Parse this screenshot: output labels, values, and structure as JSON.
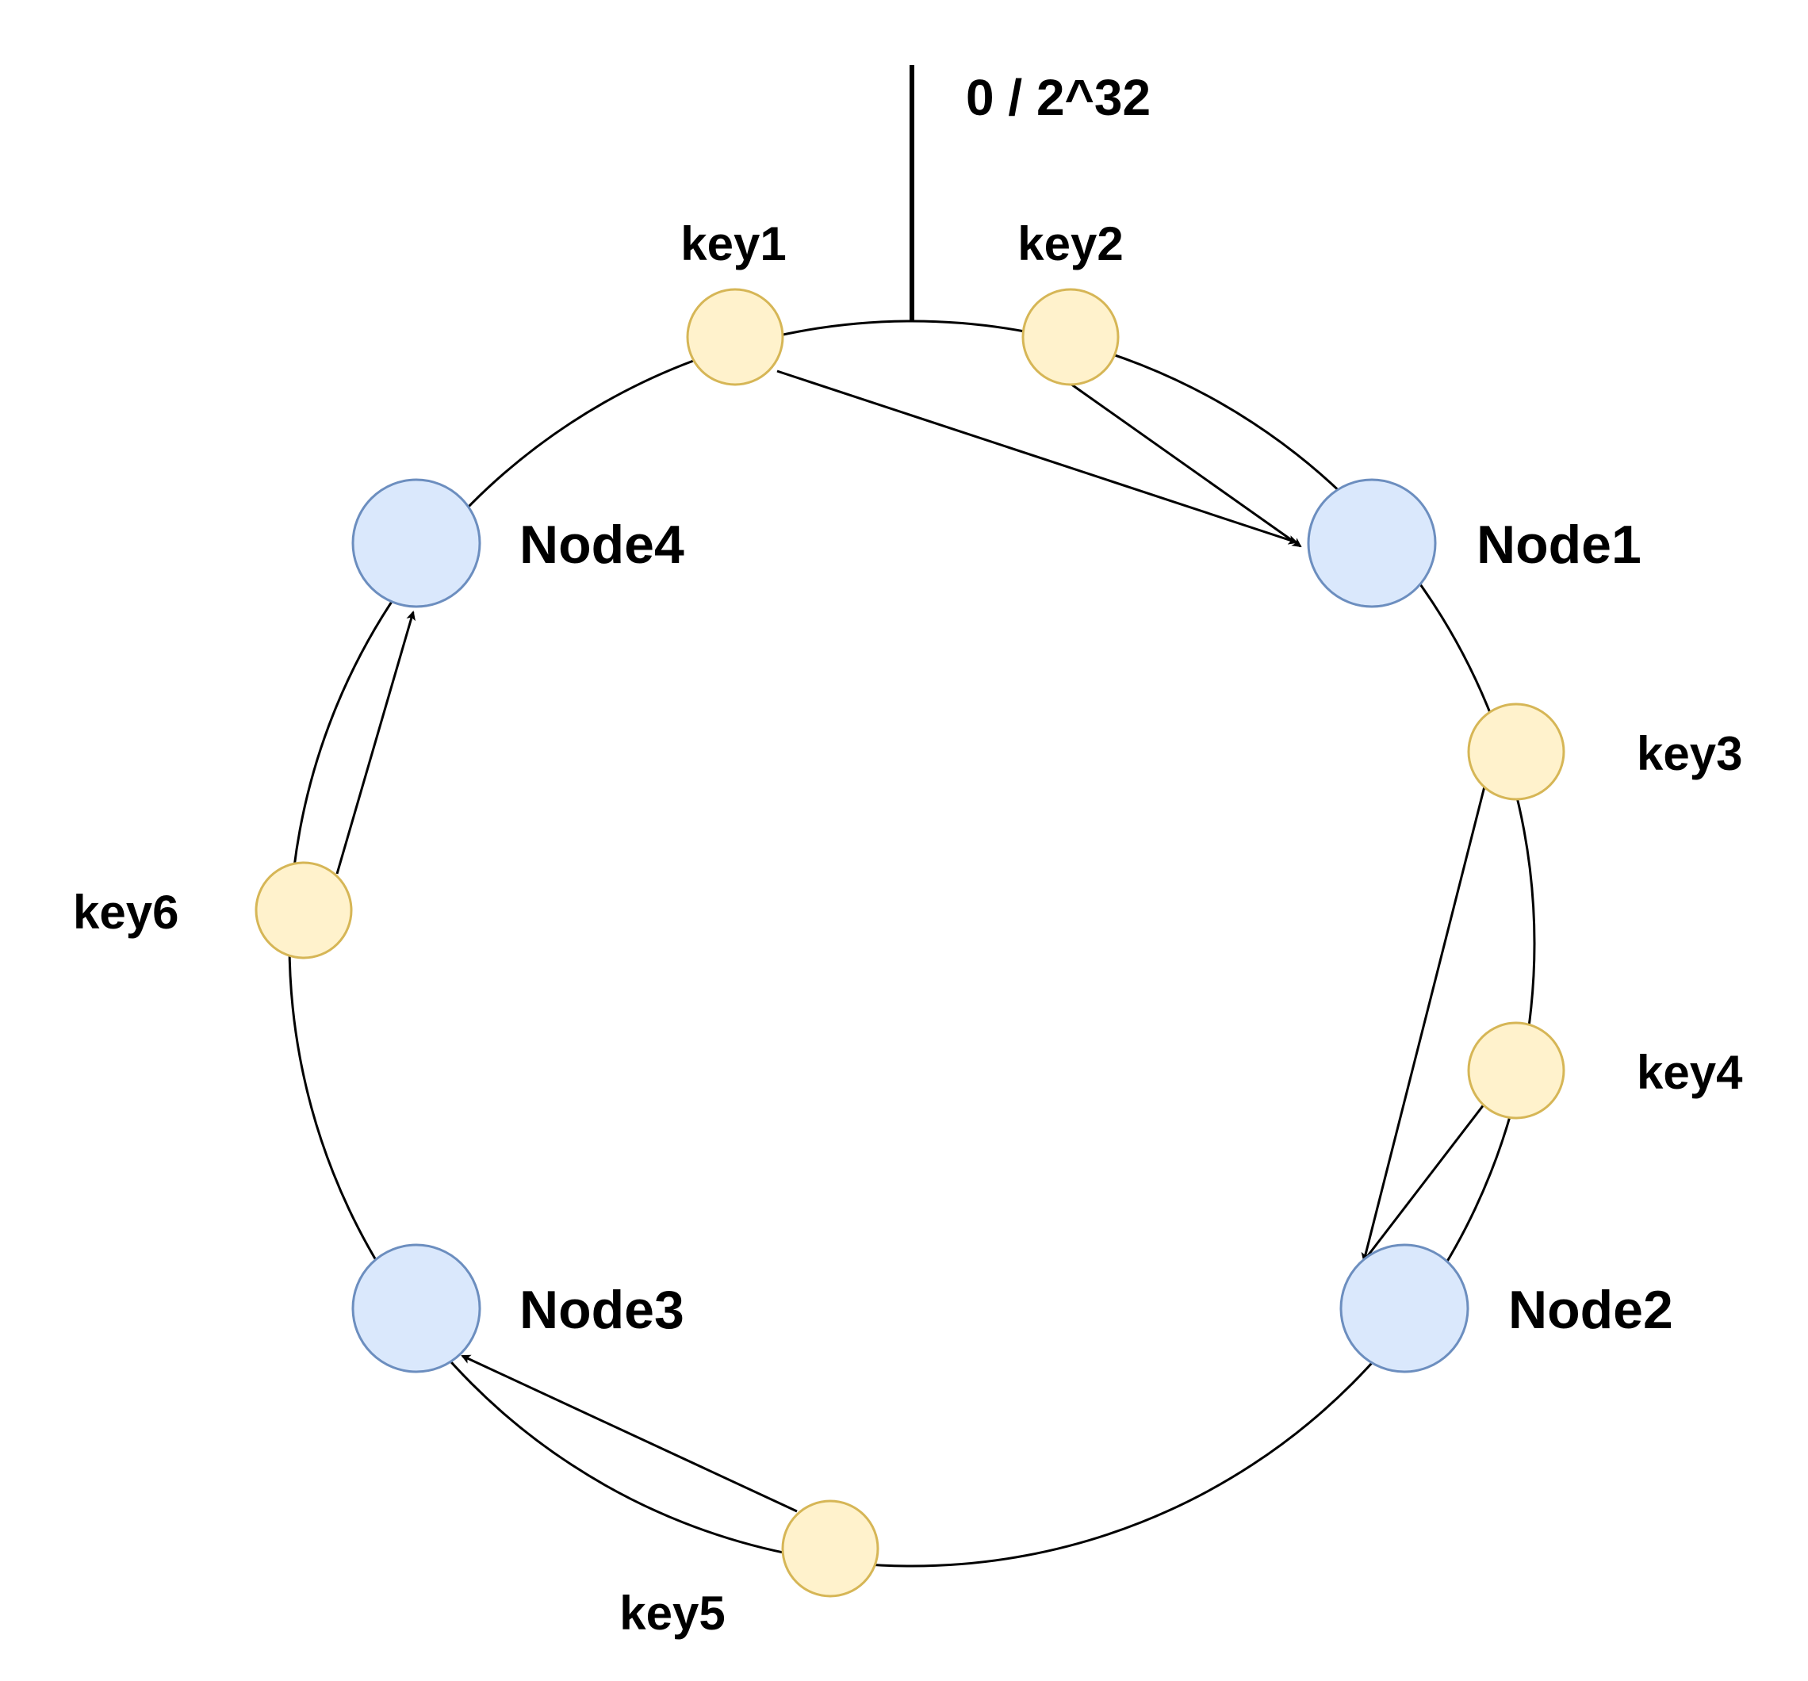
{
  "origin_label": "0 / 2^32",
  "nodes": [
    {
      "id": "node1",
      "label": "Node1"
    },
    {
      "id": "node2",
      "label": "Node2"
    },
    {
      "id": "node3",
      "label": "Node3"
    },
    {
      "id": "node4",
      "label": "Node4"
    }
  ],
  "keys": [
    {
      "id": "key1",
      "label": "key1",
      "maps_to": "node1"
    },
    {
      "id": "key2",
      "label": "key2",
      "maps_to": "node1"
    },
    {
      "id": "key3",
      "label": "key3",
      "maps_to": "node2"
    },
    {
      "id": "key4",
      "label": "key4",
      "maps_to": "node2"
    },
    {
      "id": "key5",
      "label": "key5",
      "maps_to": "node3"
    },
    {
      "id": "key6",
      "label": "key6",
      "maps_to": "node4"
    }
  ],
  "colors": {
    "node_fill": "#dae8fc",
    "node_stroke": "#6c8ebf",
    "key_fill": "#fff2cc",
    "key_stroke": "#d6b656",
    "line": "#000000"
  }
}
